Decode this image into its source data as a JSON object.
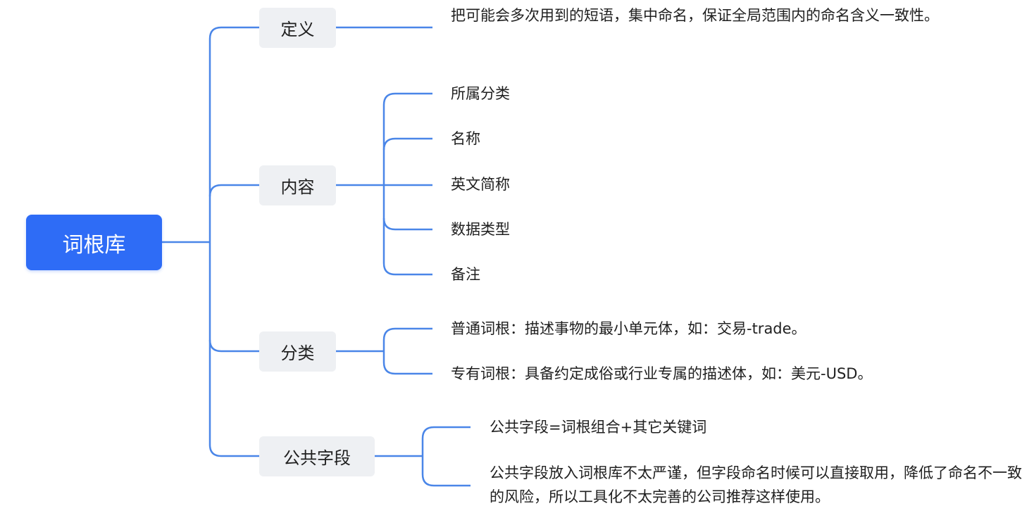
{
  "root": {
    "label": "词根库"
  },
  "branches": [
    {
      "id": "definition",
      "label": "定义",
      "leaves": [
        "把可能会多次用到的短语，集中命名，保证全局范围内的命名含义一致性。"
      ]
    },
    {
      "id": "content",
      "label": "内容",
      "leaves": [
        "所属分类",
        "名称",
        "英文简称",
        "数据类型",
        "备注"
      ]
    },
    {
      "id": "category",
      "label": "分类",
      "leaves": [
        "普通词根：描述事物的最小单元体，如：交易-trade。",
        "专有词根：具备约定成俗或行业专属的描述体，如：美元-USD。"
      ]
    },
    {
      "id": "public-field",
      "label": "公共字段",
      "leaves": [
        "公共字段=词根组合+其它关键词",
        "公共字段放入词根库不太严谨，但字段命名时候可以直接取用，降低了命名不一致的风险，所以工具化不太完善的公司推荐这样使用。"
      ]
    }
  ],
  "colors": {
    "root_bg": "#2e6cf6",
    "branch_bg": "#eef0f3",
    "link": "#4a86e8"
  }
}
